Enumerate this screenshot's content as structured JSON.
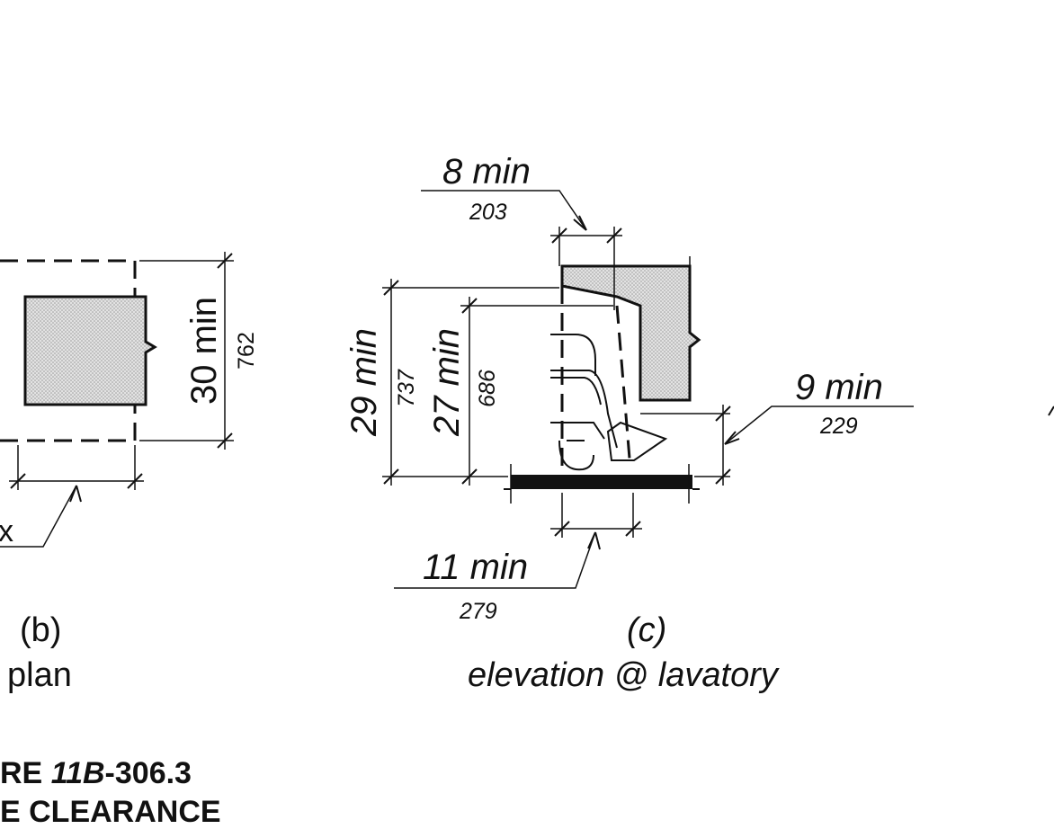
{
  "panel_b": {
    "dim_height": "30 min",
    "dim_height_mm": "762",
    "dim_width_fragment": "x",
    "label": "(b)",
    "caption": "plan"
  },
  "panel_c": {
    "dim_top": "8 min",
    "dim_top_mm": "203",
    "dim_29": "29 min",
    "dim_29_mm": "737",
    "dim_27": "27 min",
    "dim_27_mm": "686",
    "dim_9": "9 min",
    "dim_9_mm": "229",
    "dim_11": "11 min",
    "dim_11_mm": "279",
    "label": "(c)",
    "caption": "elevation @ lavatory"
  },
  "figure_title": {
    "line1_prefix": "RE ",
    "line1_ital": "11B",
    "line1_suffix": "-306.3",
    "line2": "E CLEARANCE"
  },
  "colors": {
    "ink": "#111111",
    "hatch": "#d4d4d4",
    "paper": "#ffffff"
  }
}
